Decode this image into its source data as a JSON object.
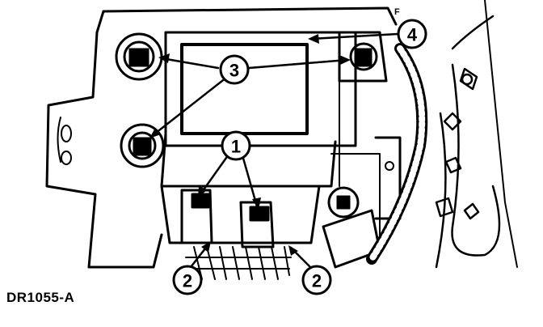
{
  "figure": {
    "code": "DR1055-A",
    "corner_mark": "F"
  },
  "callouts": [
    {
      "id": "1",
      "label": "1"
    },
    {
      "id": "2a",
      "label": "2"
    },
    {
      "id": "2b",
      "label": "2"
    },
    {
      "id": "3",
      "label": "3"
    },
    {
      "id": "4",
      "label": "4"
    }
  ],
  "colors": {
    "ink": "#000000",
    "paper": "#ffffff"
  }
}
